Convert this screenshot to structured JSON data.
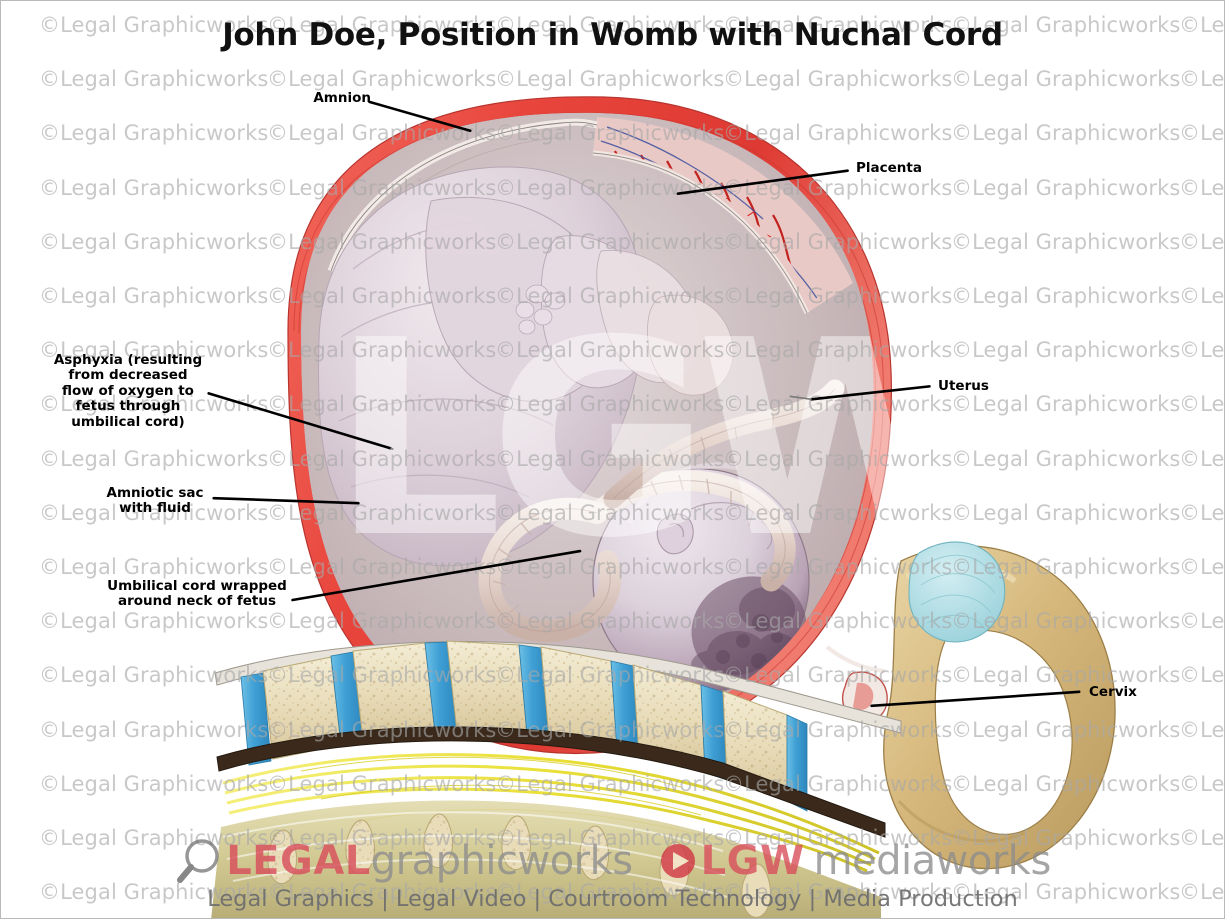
{
  "document": {
    "title": "John Doe, Position in Womb with Nuchal Cord",
    "type": "medical-illustration",
    "border_color": "#b9b9b9",
    "background": "#ffffff"
  },
  "labels": [
    {
      "id": "amnion",
      "text": "Amnion",
      "align": "right"
    },
    {
      "id": "placenta",
      "text": "Placenta",
      "align": "left"
    },
    {
      "id": "uterus",
      "text": "Uterus",
      "align": "left"
    },
    {
      "id": "cervix",
      "text": "Cervix",
      "align": "left"
    },
    {
      "id": "asphyxia",
      "text": "Asphyxia (resulting\nfrom decreased\nflow of oxygen to\nfetus through\numbilical cord)",
      "align": "center"
    },
    {
      "id": "amniotic-sac",
      "text": "Amniotic sac\nwith fluid",
      "align": "center"
    },
    {
      "id": "umbilical-cord",
      "text": "Umbilical cord wrapped\naround neck of fetus",
      "align": "center"
    }
  ],
  "watermark": {
    "tile_text": "©Legal Graphicworks",
    "center_text": "LGW",
    "color": "#a8a8a8"
  },
  "footer": {
    "brand_legal": "LEGAL",
    "brand_graphicworks": "graphicworks",
    "brand_lgw": "LGW",
    "brand_mediaworks": "mediaworks",
    "tagline_items": [
      "Legal Graphics",
      "Legal Video",
      "Courtroom Technology",
      "Media Production"
    ],
    "tagline": "Legal Graphics | Legal Video | Courtroom Technology | Media Production",
    "accent_color": "#d94f5c",
    "text_color": "#8d8d8d"
  },
  "anatomy": {
    "uterus_color": "#e8453c",
    "placenta_color": "#c2231f",
    "fetus_skin": "#ded2da",
    "fetus_cyanosis": "#6d5169",
    "bone_color": "#e8dcb9",
    "pelvis_color": "#d6b87c",
    "disc_color": "#4aa6d8",
    "cartilage_color": "#b2dfe4",
    "nerve_color": "#ede24a",
    "amniotic_fluid": "#cfc4c6",
    "parts": [
      "uterus wall",
      "placenta",
      "amnion",
      "amniotic sac with fluid",
      "fetus",
      "umbilical cord around neck",
      "cervix",
      "lumbar vertebrae",
      "intervertebral discs",
      "sacrum",
      "pelvis",
      "nerve roots"
    ]
  }
}
